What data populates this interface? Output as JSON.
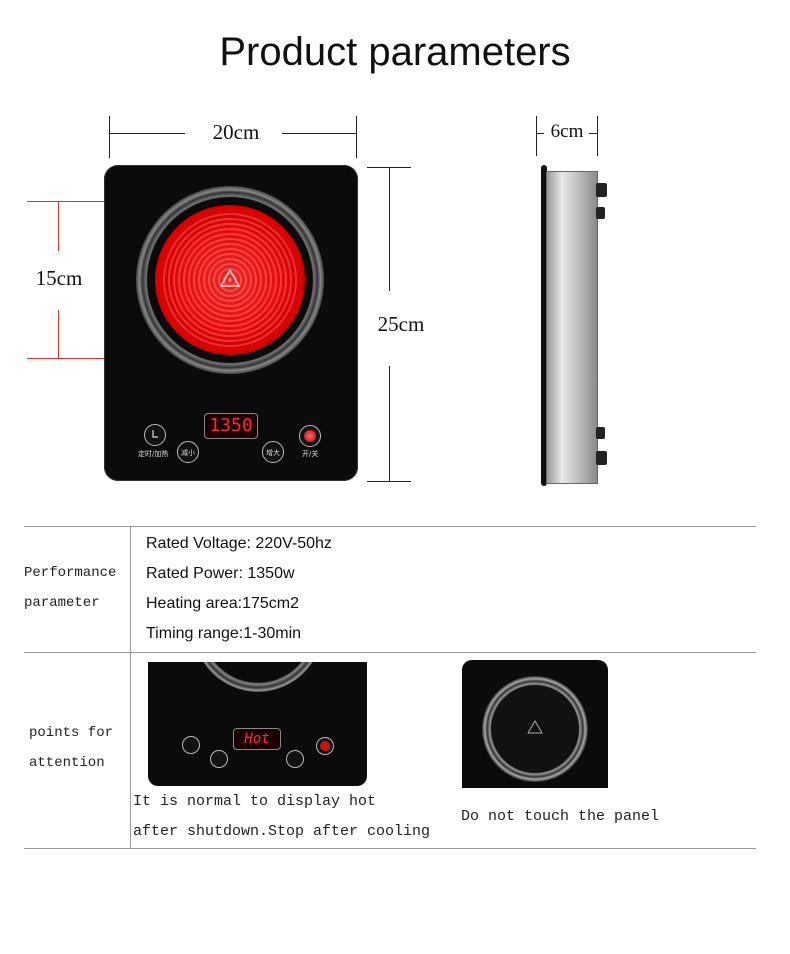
{
  "title": "Product parameters",
  "dimensions": {
    "width": "20cm",
    "depth": "6cm",
    "heating_diameter": "15cm",
    "height": "25cm"
  },
  "cooktop_panel": {
    "display_value": "1350",
    "buttons": {
      "timer_label": "定时/加热",
      "decrease_label": "减小",
      "increase_label": "增大",
      "power_label": "开/关"
    }
  },
  "table": {
    "performance": {
      "label_line1": "Performance",
      "label_line2": "parameter",
      "specs": [
        "Rated Voltage: 220V-50hz",
        "Rated Power: 1350w",
        "Heating area:175cm2",
        "Timing range:1-30min"
      ]
    },
    "attention": {
      "label_line1": "points for",
      "label_line2": "attention",
      "display_hot": "Hot",
      "note1_line1": "It is normal to display hot",
      "note1_line2": "after shutdown.Stop after cooling",
      "note2": "Do not touch the panel"
    }
  },
  "colors": {
    "heating_red": "#ff2020",
    "panel_black": "#0b0b0b",
    "dimension_red": "#cc3333"
  }
}
